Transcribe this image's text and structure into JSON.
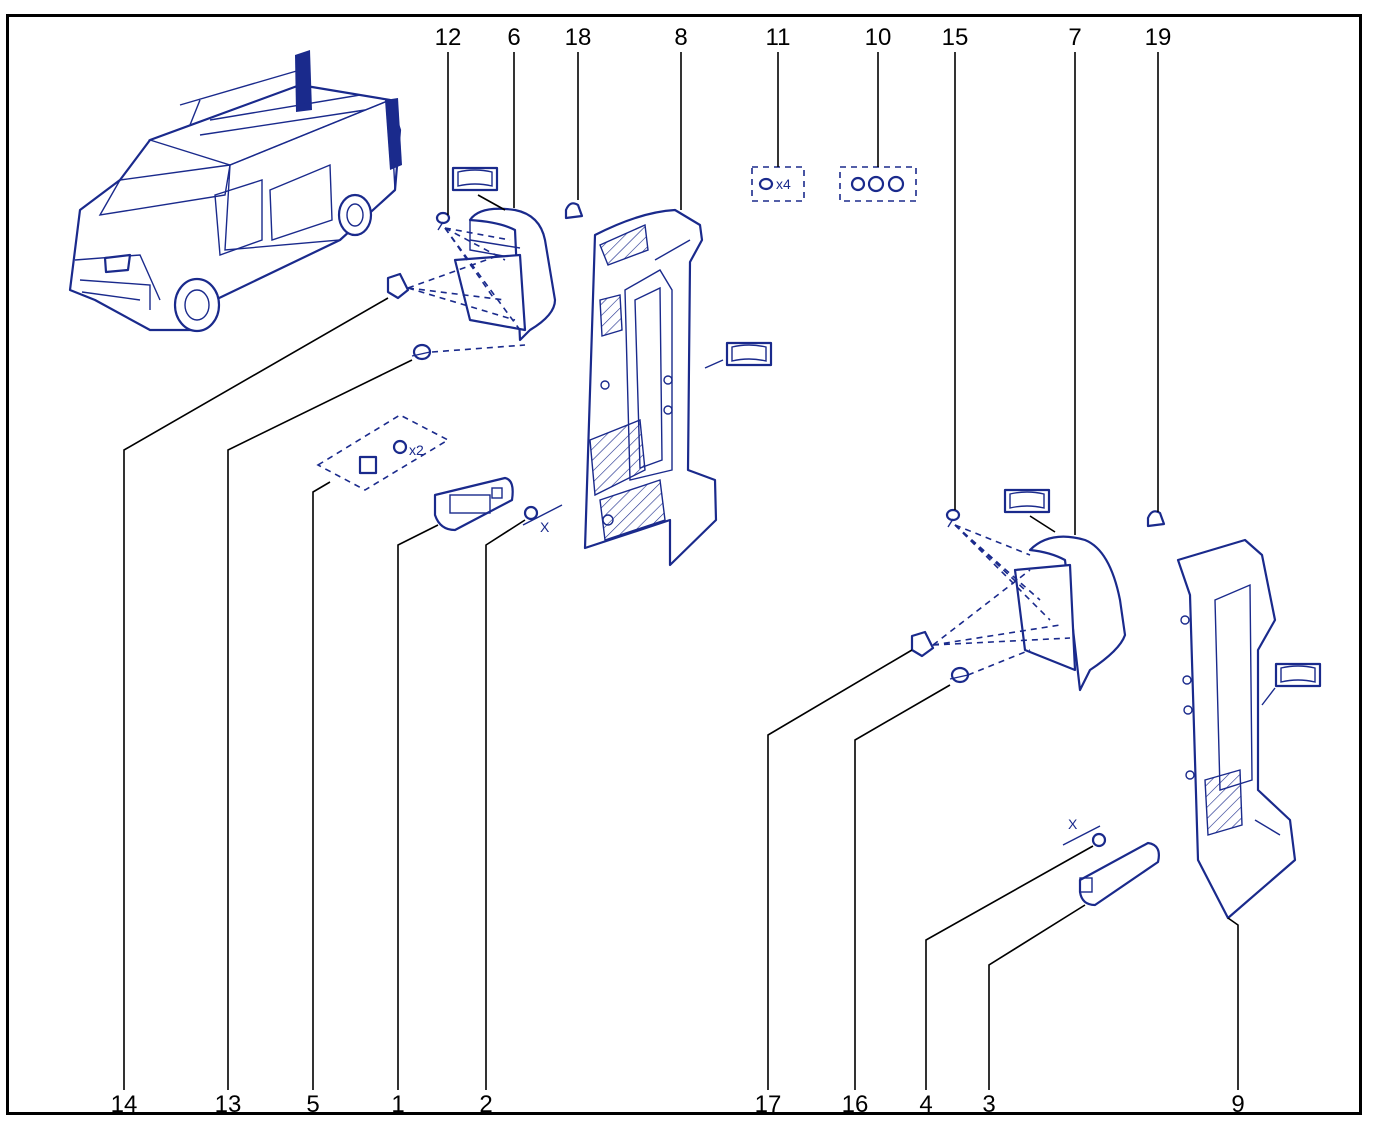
{
  "labels": [
    {
      "id": "12",
      "text": "12"
    },
    {
      "id": "6",
      "text": "6"
    },
    {
      "id": "18",
      "text": "18"
    },
    {
      "id": "8",
      "text": "8"
    },
    {
      "id": "11",
      "text": "11"
    },
    {
      "id": "10",
      "text": "10"
    },
    {
      "id": "15",
      "text": "15"
    },
    {
      "id": "7",
      "text": "7"
    },
    {
      "id": "19",
      "text": "19"
    },
    {
      "id": "14",
      "text": "14"
    },
    {
      "id": "13",
      "text": "13"
    },
    {
      "id": "5",
      "text": "5"
    },
    {
      "id": "1",
      "text": "1"
    },
    {
      "id": "2",
      "text": "2"
    },
    {
      "id": "17",
      "text": "17"
    },
    {
      "id": "16",
      "text": "16"
    },
    {
      "id": "4",
      "text": "4"
    },
    {
      "id": "3",
      "text": "3"
    },
    {
      "id": "9",
      "text": "9"
    }
  ],
  "quantities": {
    "kit_11": "x4",
    "kit_5": "x2"
  },
  "marks": {
    "x_left": "X",
    "x_right": "X"
  },
  "colors": {
    "line": "#1a2a8c",
    "frame": "#000000"
  }
}
